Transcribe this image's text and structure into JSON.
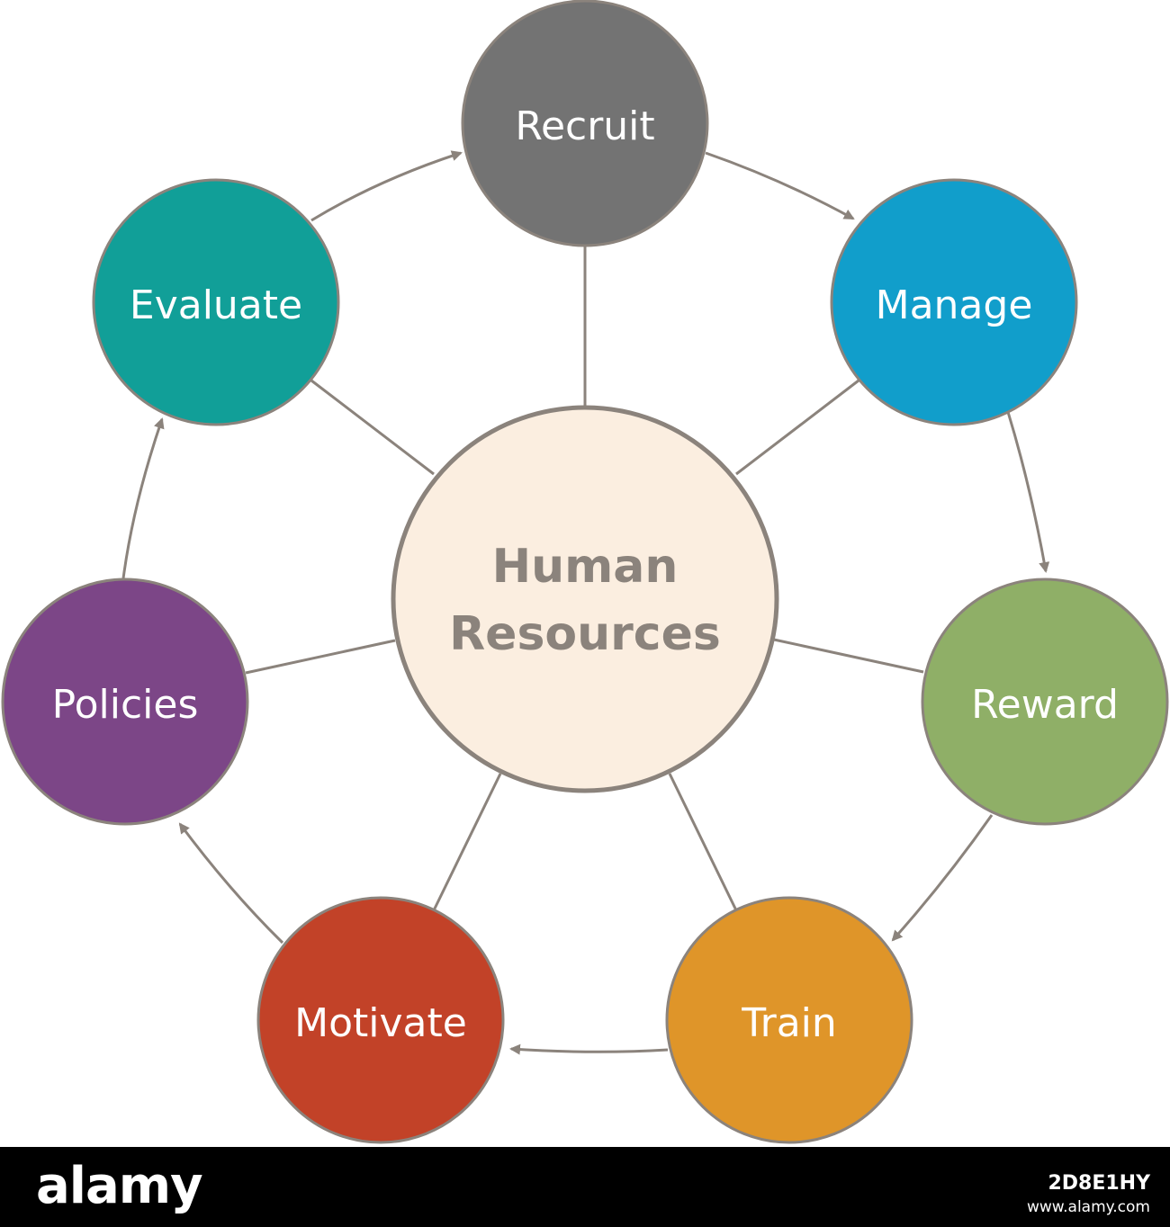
{
  "diagram": {
    "center": {
      "line1": "Human",
      "line2": "Resources",
      "fill": "#fbeee0",
      "stroke": "#8b837c",
      "text_color": "#8b837c"
    },
    "nodes": [
      {
        "id": "recruit",
        "label": "Recruit",
        "color": "#737373"
      },
      {
        "id": "manage",
        "label": "Manage",
        "color": "#119ecb"
      },
      {
        "id": "reward",
        "label": "Reward",
        "color": "#8faf67"
      },
      {
        "id": "train",
        "label": "Train",
        "color": "#df9529"
      },
      {
        "id": "motivate",
        "label": "Motivate",
        "color": "#c24228"
      },
      {
        "id": "policies",
        "label": "Policies",
        "color": "#7c4687"
      },
      {
        "id": "evaluate",
        "label": "Evaluate",
        "color": "#119f98"
      }
    ],
    "cycle_order": [
      "recruit",
      "manage",
      "reward",
      "train",
      "motivate",
      "policies",
      "evaluate"
    ],
    "line_color": "#8b837c"
  },
  "footer": {
    "brand": "alamy",
    "image_id": "2D8E1HY",
    "url": "www.alamy.com"
  }
}
